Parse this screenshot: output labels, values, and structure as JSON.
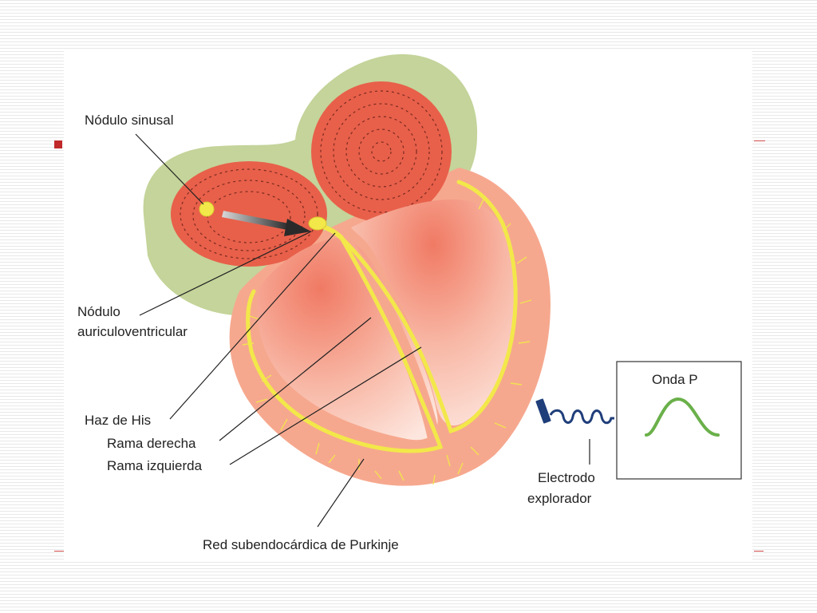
{
  "labels": {
    "sinus_node": "Nódulo sinusal",
    "av_node_line1": "Nódulo",
    "av_node_line2": "auriculoventricular",
    "his_bundle": "Haz de His",
    "right_branch": "Rama derecha",
    "left_branch": "Rama izquierda",
    "purkinje": "Red subendocárdica de Purkinje",
    "electrode_line1": "Electrodo",
    "electrode_line2": "explorador",
    "p_wave": "Onda P"
  },
  "colors": {
    "pericardium": "#c4d49a",
    "atrium": "#e8604a",
    "ventricle_wall": "#f6a88e",
    "ventricle_cavity": "#fbd9cf",
    "conduction": "#f2e84a",
    "electrode": "#1f3e7a",
    "p_wave": "#6ab04a",
    "bullet": "#c0282a"
  }
}
